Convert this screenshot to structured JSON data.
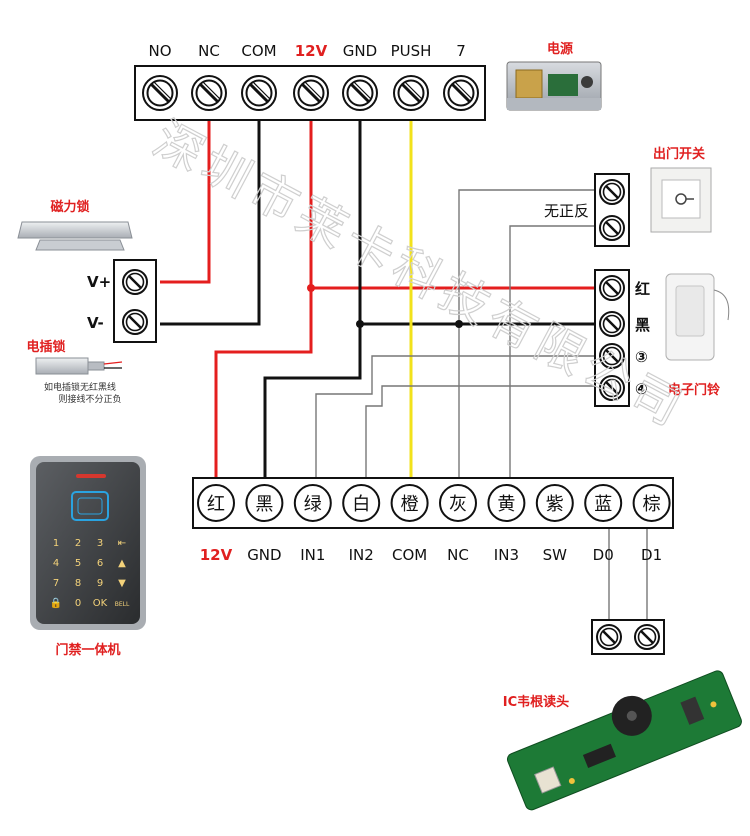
{
  "top_terminal": {
    "labels": [
      "NO",
      "NC",
      "COM",
      "12V",
      "GND",
      "PUSH",
      "7"
    ]
  },
  "power_supply": {
    "label": "电源"
  },
  "exit_switch": {
    "label": "出门开关",
    "polarity_note": "无正反"
  },
  "magnetic_lock": {
    "label": "磁力锁",
    "v_plus": "V+",
    "v_minus": "V-"
  },
  "electric_bolt": {
    "label": "电插锁",
    "note_line1": "如电插锁无红黑线",
    "note_line2": "则接线不分正负"
  },
  "doorbell": {
    "label": "电子门铃",
    "terminals": [
      "红",
      "黑",
      "③",
      "④"
    ]
  },
  "controller": {
    "label": "门禁一体机",
    "colors": [
      "红",
      "黑",
      "绿",
      "白",
      "橙",
      "灰",
      "黄",
      "紫",
      "蓝",
      "棕"
    ],
    "signals": [
      "12V",
      "GND",
      "IN1",
      "IN2",
      "COM",
      "NC",
      "IN3",
      "SW",
      "D0",
      "D1"
    ],
    "keypad": [
      "1",
      "2",
      "3",
      "⇤",
      "4",
      "5",
      "6",
      "▲",
      "7",
      "8",
      "9",
      "▼",
      "🔒",
      "0",
      "OK",
      "BELL"
    ]
  },
  "card_reader": {
    "label": "IC韦根读头"
  },
  "watermark": {
    "text": "深圳市莱卡科技有限公司"
  },
  "colors": {
    "wire_red": "#e41e1e",
    "wire_black": "#111111",
    "wire_yellow": "#f2e21b",
    "wire_gray": "#8a8a8a",
    "accent_red": "#e02020"
  }
}
